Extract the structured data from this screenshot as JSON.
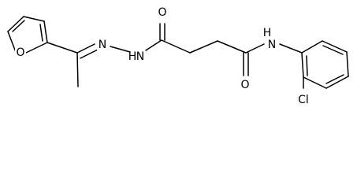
{
  "atoms": {
    "furan_o": "O",
    "hydrazone_n1": "N",
    "hydrazone_n2": "N",
    "nh_h": "H",
    "hydrazide_o": "O",
    "amide_nh": "N",
    "amide_nh_h": "H",
    "amide_o": "O",
    "cl": "Cl"
  },
  "colors": {
    "bond": "#000000",
    "label": "#000000",
    "background": "#ffffff"
  }
}
